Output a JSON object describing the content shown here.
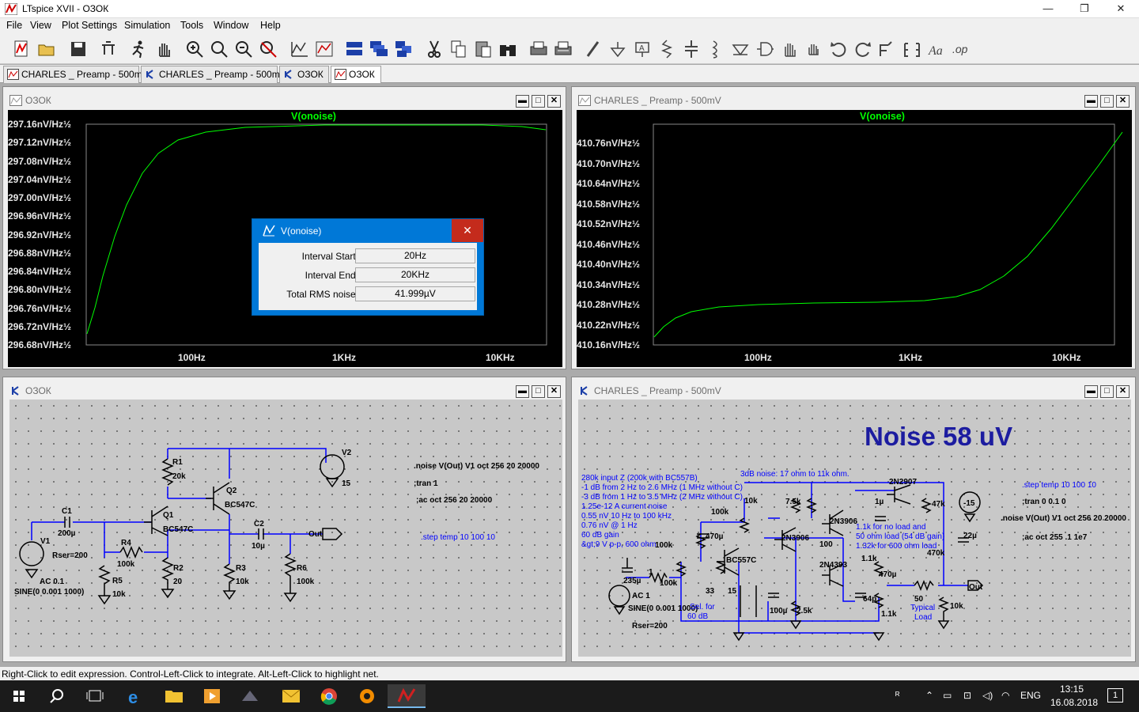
{
  "window": {
    "title": "LTspice XVII - ОЗОК",
    "minimize": "—",
    "maximize": "❐",
    "close": "✕"
  },
  "menu": [
    "File",
    "View",
    "Plot Settings",
    "Simulation",
    "Tools",
    "Window",
    "Help"
  ],
  "tabs": [
    {
      "label": "CHARLES _ Preamp - 500mV",
      "type": "plot"
    },
    {
      "label": "CHARLES _ Preamp - 500mV",
      "type": "schematic"
    },
    {
      "label": "ОЗОК",
      "type": "schematic"
    },
    {
      "label": "ОЗОК",
      "type": "plot",
      "active": true
    }
  ],
  "panes": {
    "top_left": {
      "title": "ОЗОК",
      "trace": "V(onoise)",
      "y_ticks": [
        "297.16nV/Hz½",
        "297.12nV/Hz½",
        "297.08nV/Hz½",
        "297.04nV/Hz½",
        "297.00nV/Hz½",
        "296.96nV/Hz½",
        "296.92nV/Hz½",
        "296.88nV/Hz½",
        "296.84nV/Hz½",
        "296.80nV/Hz½",
        "296.76nV/Hz½",
        "296.72nV/Hz½",
        "296.68nV/Hz½"
      ],
      "x_ticks": [
        "100Hz",
        "1KHz",
        "10KHz"
      ]
    },
    "top_right": {
      "title": "CHARLES _ Preamp - 500mV",
      "trace": "V(onoise)",
      "y_ticks": [
        "410.76nV/Hz½",
        "410.70nV/Hz½",
        "410.64nV/Hz½",
        "410.58nV/Hz½",
        "410.52nV/Hz½",
        "410.46nV/Hz½",
        "410.40nV/Hz½",
        "410.34nV/Hz½",
        "410.28nV/Hz½",
        "410.22nV/Hz½",
        "410.16nV/Hz½"
      ],
      "x_ticks": [
        "100Hz",
        "1KHz",
        "10KHz"
      ]
    },
    "bottom_left": {
      "title": "ОЗОК",
      "labels": {
        "v2": "V2",
        "v2val": "15",
        "r1": "R1",
        "r1val": "20k",
        "q2": "Q2",
        "q2model": "BC547C",
        "q1": "Q1",
        "q1model": "BC547C",
        "c1": "C1",
        "c1val": "200µ",
        "c2": "C2",
        "c2val": "10µ",
        "r4": "R4",
        "r4val": "100k",
        "v1": "V1",
        "rser": "Rser=200",
        "r5": "R5",
        "r5val": "10k",
        "r2": "R2",
        "r2val": "20",
        "r3": "R3",
        "r3val": "10k",
        "r6": "R6",
        "r6val": "100k",
        "ac": "AC 0.1",
        "sine": "SINE(0 0.001 1000)",
        "out": "Out"
      },
      "directives": [
        ".noise V(Out) V1 oct 256 20 20000",
        ";tran 1",
        ";ac oct 256 20 20000",
        ".step temp 10 100 10"
      ]
    },
    "bottom_right": {
      "title": "CHARLES _ Preamp - 500mV",
      "big_label": "Noise 58 uV",
      "notes": [
        "280k input Z (200k with BC557B)",
        "-1 dB from 2 Hz to 2.6 MHz (1 MHz without C)",
        "-3 dB from 1 Hz to 3.5 MHz (2 MHz without C)",
        "1.25e-12 A current noise",
        "0.55 nV 10 Hz to 100 kHz",
        "0.76 nV @ 1 Hz",
        "60 dB gain",
        "&gt;9 V p-p, 600 ohm"
      ],
      "noise_note": "3dB noise:  17 ohm to 11k ohm.",
      "directives": [
        ".step temp 10 100 10",
        ";tran 0 0.1 0",
        ".noise V(Out) V1 oct 256 20 20000",
        ";ac oct 255 .1 1e7"
      ],
      "parts": {
        "q2n2907": "2N2907",
        "q2n3906a": "2N3906",
        "q2n3906b": "2N3906",
        "q2n4393": "2N4393",
        "bc557c": "BC557C",
        "r10k": "10k",
        "r75k": "7.5k",
        "r47k": "47k",
        "c1u": "1µ",
        "vm15": "-15",
        "c22u": "22µ",
        "r100ka": "100k",
        "r100kb": "100k",
        "r100kc": "100k",
        "c470u": "470µ",
        "r100": "100",
        "c235u": "235µ",
        "r1": "1",
        "ac1": "AC 1",
        "sine": "SINE(0 0.001 1000)",
        "rser": "Rser=200",
        "r33": "33",
        "r15": "15",
        "sel": "Sel. for",
        "sel60": "60 dB",
        "c100u": "100µ",
        "r25k": "2.5k",
        "r11ka": "1.1k",
        "c470b": "470µ",
        "c64p": "64p",
        "r11kb": "1.1k",
        "r50": "50",
        "typical": "Typical",
        "load": "Load",
        "rout10k": "10k",
        "r470k": "470k",
        "out": "Out",
        "load1": "1.1k for no load and",
        "load2": "50 ohm load (54 dB gain)",
        "load3": "1.32k for 600 ohm load"
      }
    }
  },
  "dialog": {
    "title": "V(onoise)",
    "close": "✕",
    "rows": [
      {
        "label": "Interval Start:",
        "value": "20Hz"
      },
      {
        "label": "Interval End:",
        "value": "20KHz"
      },
      {
        "label": "Total RMS noise:",
        "value": "41.999µV"
      }
    ]
  },
  "status": "Right-Click to edit expression. Control-Left-Click to integrate. Alt-Left-Click to highlight net.",
  "taskbar": {
    "lang": "ENG",
    "time": "13:15",
    "date": "16.08.2018",
    "notif": "1"
  },
  "colors": {
    "trace": "#00ff00",
    "wire": "#0000ff",
    "plot_bg": "#000000",
    "dialog": "#0078d7"
  }
}
